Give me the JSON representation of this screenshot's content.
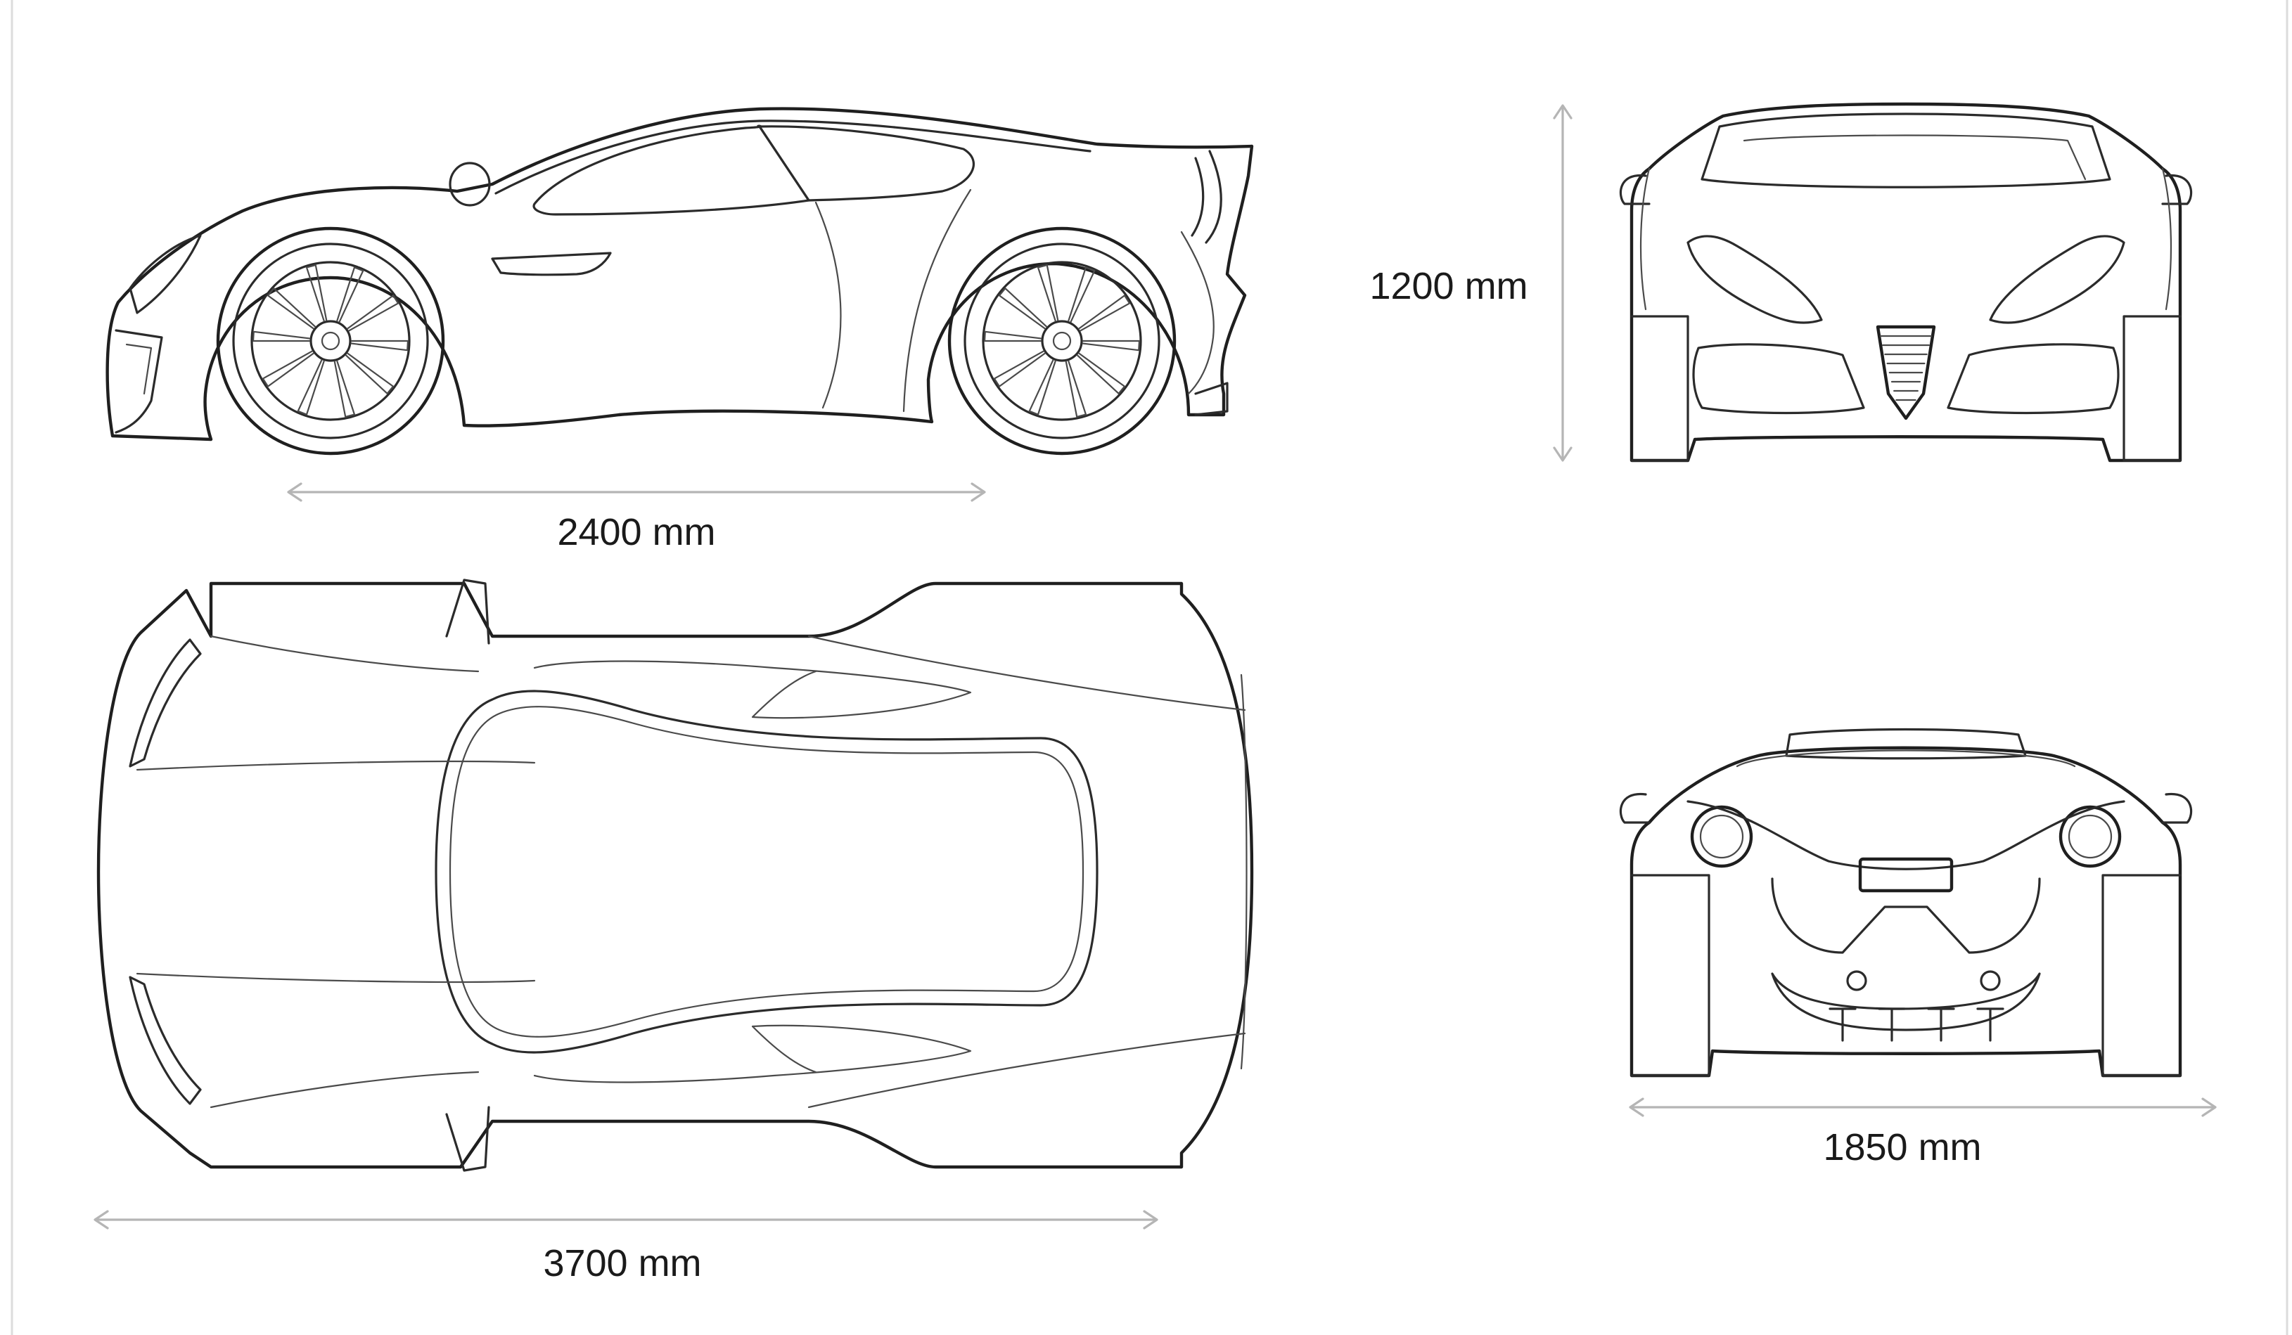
{
  "dimensions": {
    "wheelbase": "2400 mm",
    "length": "3700 mm",
    "height": "1200 mm",
    "width": "1850 mm"
  },
  "colors": {
    "line": "#2b2b2b",
    "dimension_line": "#b5b5b5",
    "background": "#ffffff"
  }
}
